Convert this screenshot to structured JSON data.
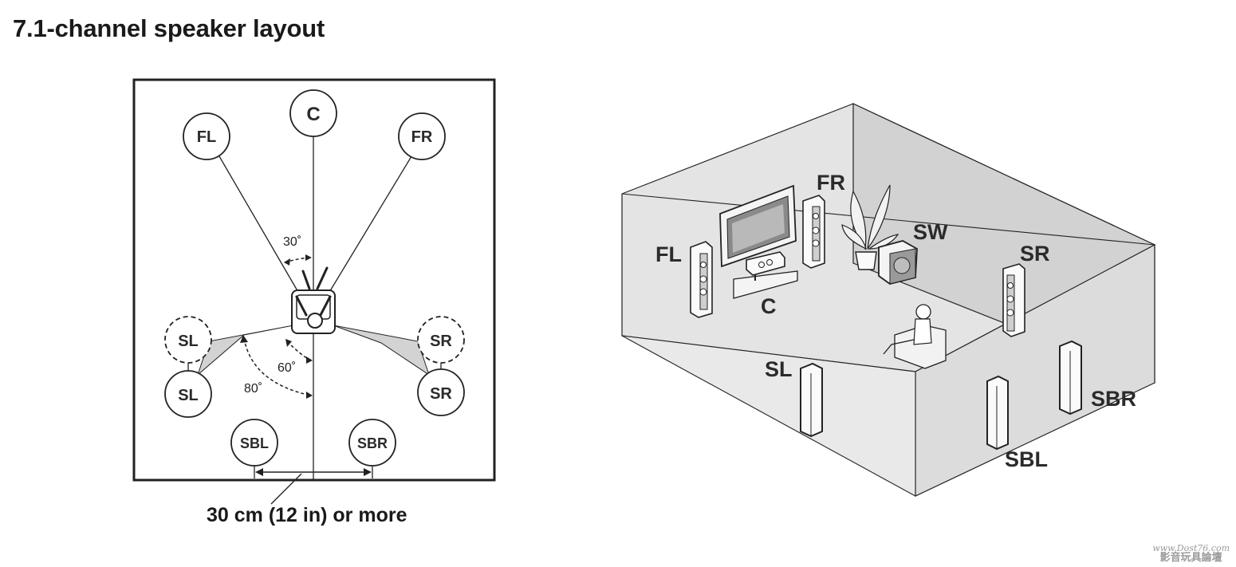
{
  "title": "7.1-channel speaker layout",
  "plan": {
    "speakers": {
      "c": "C",
      "fl": "FL",
      "fr": "FR",
      "sl_alt": "SL",
      "sr_alt": "SR",
      "sl": "SL",
      "sr": "SR",
      "sbl": "SBL",
      "sbr": "SBR"
    },
    "angles": {
      "front": "30˚",
      "side_min": "60˚",
      "side_max": "80˚"
    },
    "spacing_note": "30 cm (12 in) or more"
  },
  "room": {
    "labels": {
      "fl": "FL",
      "fr": "FR",
      "c": "C",
      "sw": "SW",
      "sr": "SR",
      "sl": "SL",
      "sbr": "SBR",
      "sbl": "SBL"
    }
  },
  "watermark": {
    "line1": "www.Dost76.com",
    "line2": "影音玩具論壇"
  },
  "colors": {
    "zone_fill": "#d3d3d3",
    "room_wall": "#e6e6e6",
    "line": "#222222"
  }
}
